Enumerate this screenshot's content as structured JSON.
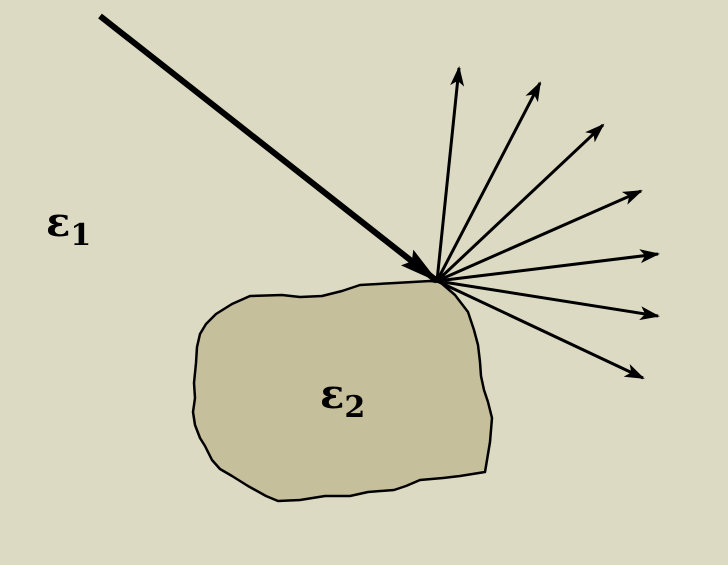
{
  "labels": {
    "medium_1": {
      "base": "ε",
      "sub": "1"
    },
    "medium_2": {
      "base": "ε",
      "sub": "2"
    }
  },
  "colors": {
    "background": "#dddac4",
    "particle_fill": "#c5bf9c",
    "stroke": "#000000"
  },
  "scattered_ray_count": 7
}
